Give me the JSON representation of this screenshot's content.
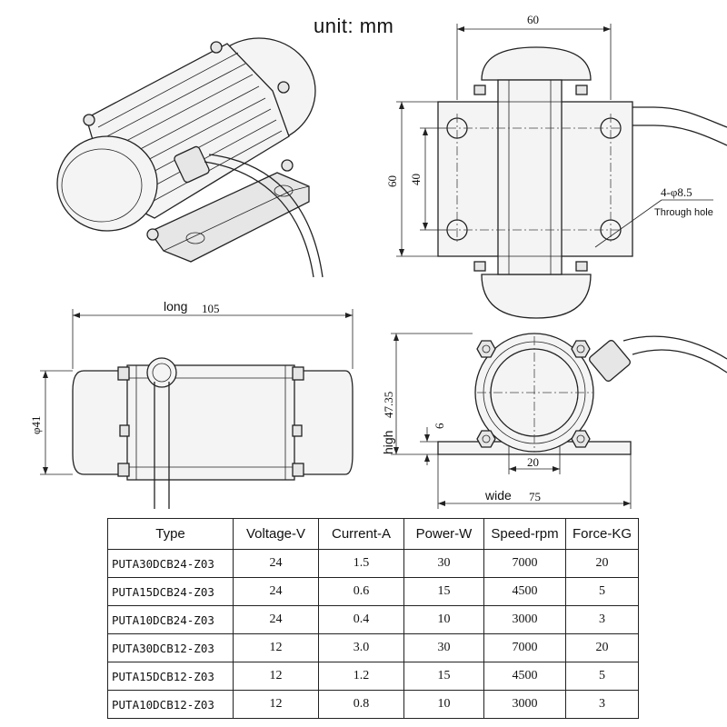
{
  "header": {
    "unit_label": "unit: mm"
  },
  "top_view": {
    "width_dim": "60",
    "height_dim": "60",
    "hole_spacing_dim": "40",
    "hole_note": "4-φ8.5",
    "hole_note_sub": "Through hole"
  },
  "side_view": {
    "length_label": "long",
    "length_dim": "105",
    "diameter_dim": "φ41"
  },
  "end_view": {
    "height_label": "high",
    "height_dim": "47.35",
    "base_dim": "6",
    "slot_dim": "20",
    "width_label": "wide",
    "width_dim": "75"
  },
  "table": {
    "headers": [
      "Type",
      "Voltage-V",
      "Current-A",
      "Power-W",
      "Speed-rpm",
      "Force-KG"
    ],
    "rows": [
      [
        "PUTA30DCB24-Z03",
        "24",
        "1.5",
        "30",
        "7000",
        "20"
      ],
      [
        "PUTA15DCB24-Z03",
        "24",
        "0.6",
        "15",
        "4500",
        "5"
      ],
      [
        "PUTA10DCB24-Z03",
        "24",
        "0.4",
        "10",
        "3000",
        "3"
      ],
      [
        "PUTA30DCB12-Z03",
        "12",
        "3.0",
        "30",
        "7000",
        "20"
      ],
      [
        "PUTA15DCB12-Z03",
        "12",
        "1.2",
        "15",
        "4500",
        "5"
      ],
      [
        "PUTA10DCB12-Z03",
        "12",
        "0.8",
        "10",
        "3000",
        "3"
      ]
    ]
  }
}
